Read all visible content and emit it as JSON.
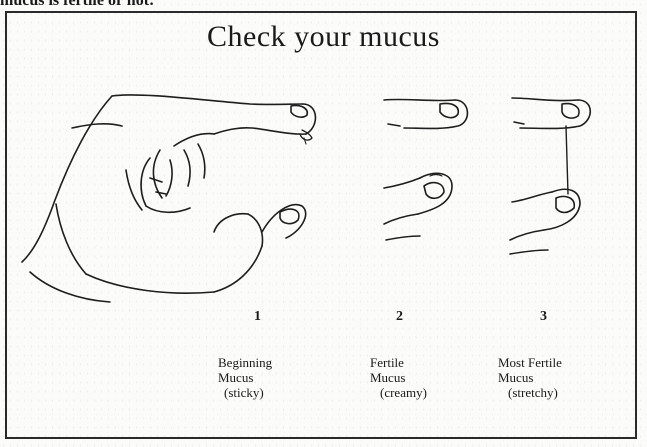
{
  "header_fragment": "mucus is fertile or not:",
  "title": "Check your mucus",
  "stages": [
    {
      "number": "1",
      "name_line1": "Beginning",
      "name_line2": "Mucus",
      "texture": "(sticky)"
    },
    {
      "number": "2",
      "name_line1": "Fertile",
      "name_line2": "Mucus",
      "texture": "(creamy)"
    },
    {
      "number": "3",
      "name_line1": "Most Fertile",
      "name_line2": "Mucus",
      "texture": "(stretchy)"
    }
  ]
}
